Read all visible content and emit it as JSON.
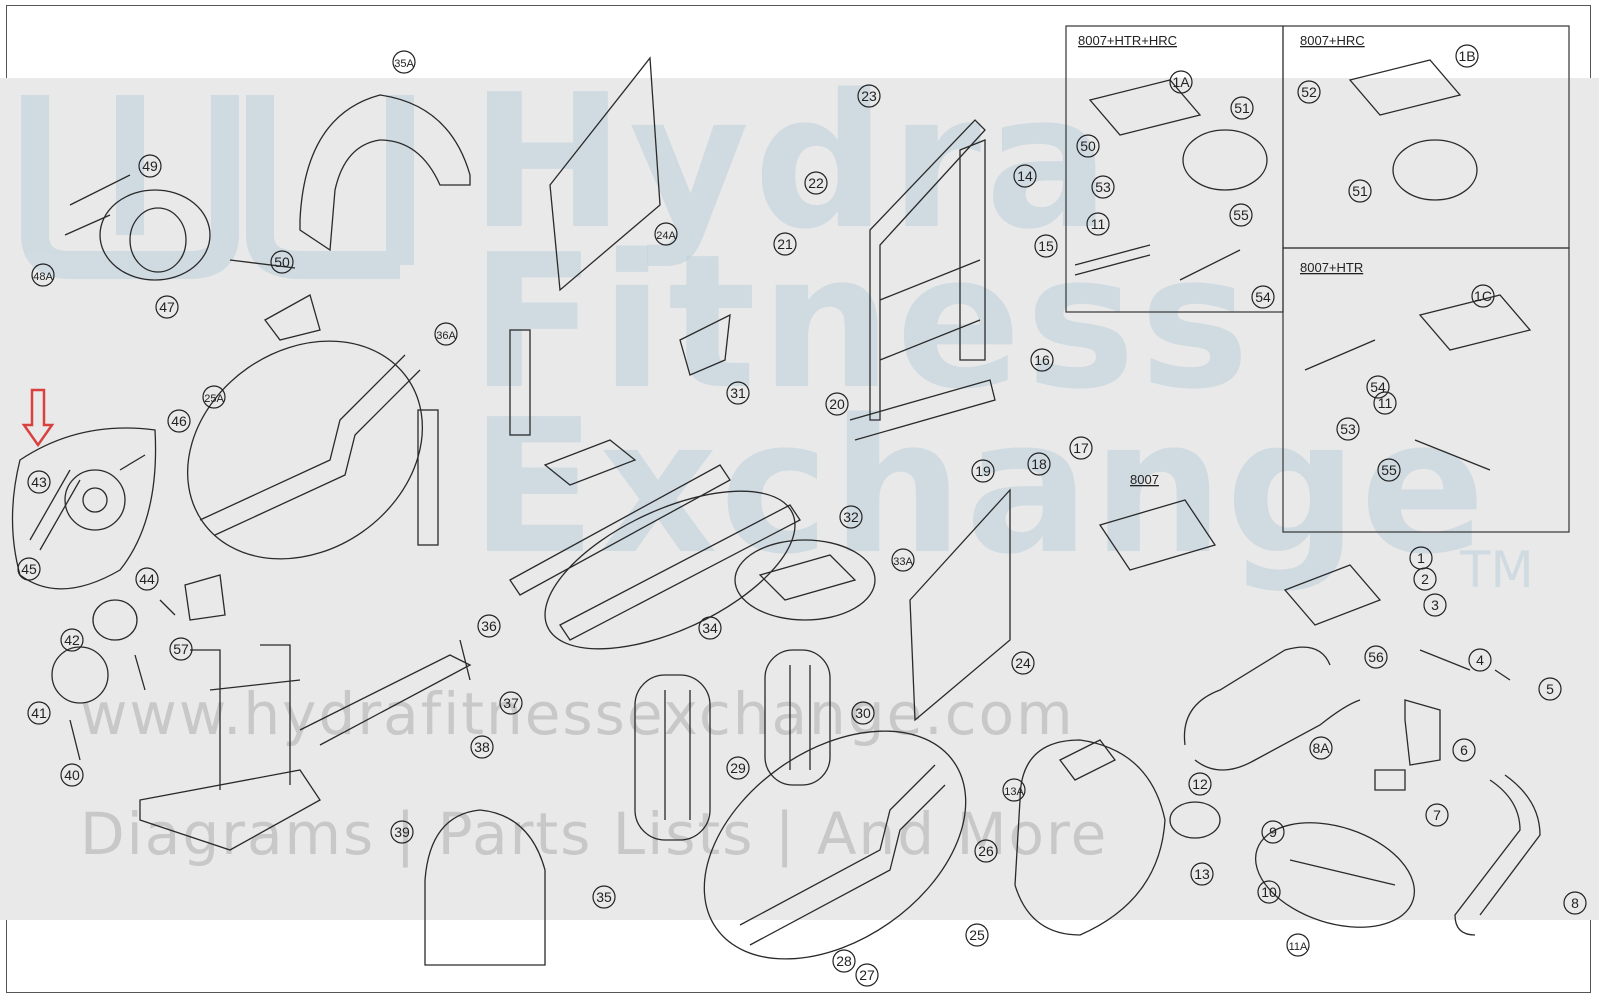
{
  "watermark": {
    "line1": "Hydra",
    "line2": "Fitness",
    "line3": "Exchange",
    "tm": "TM",
    "url": "www.hydrafitnessexchange.com",
    "tagline": "Diagrams | Parts Lists | And More"
  },
  "boxes": {
    "box1_label": "8007+HTR+HRC",
    "box2_label": "8007+HRC",
    "box3_label": "8007+HTR",
    "console_label": "8007"
  },
  "colors": {
    "line": "#222222",
    "highlight_arrow": "#d94040",
    "band": "#e9e9e9"
  },
  "callouts": [
    {
      "label": "35A"
    },
    {
      "label": "49"
    },
    {
      "label": "48A"
    },
    {
      "label": "47"
    },
    {
      "label": "50"
    },
    {
      "label": "24A"
    },
    {
      "label": "23"
    },
    {
      "label": "22"
    },
    {
      "label": "21"
    },
    {
      "label": "14"
    },
    {
      "label": "15"
    },
    {
      "label": "16"
    },
    {
      "label": "17"
    },
    {
      "label": "18"
    },
    {
      "label": "19"
    },
    {
      "label": "20"
    },
    {
      "label": "31"
    },
    {
      "label": "36A"
    },
    {
      "label": "25A"
    },
    {
      "label": "46"
    },
    {
      "label": "43"
    },
    {
      "label": "45"
    },
    {
      "label": "44"
    },
    {
      "label": "57"
    },
    {
      "label": "42"
    },
    {
      "label": "41"
    },
    {
      "label": "40"
    },
    {
      "label": "36"
    },
    {
      "label": "37"
    },
    {
      "label": "38"
    },
    {
      "label": "39"
    },
    {
      "label": "32"
    },
    {
      "label": "33A"
    },
    {
      "label": "34"
    },
    {
      "label": "29"
    },
    {
      "label": "30"
    },
    {
      "label": "24"
    },
    {
      "label": "35"
    },
    {
      "label": "26"
    },
    {
      "label": "28"
    },
    {
      "label": "27"
    },
    {
      "label": "25"
    },
    {
      "label": "13A"
    },
    {
      "label": "12"
    },
    {
      "label": "13"
    },
    {
      "label": "1"
    },
    {
      "label": "2"
    },
    {
      "label": "3"
    },
    {
      "label": "56"
    },
    {
      "label": "4"
    },
    {
      "label": "5"
    },
    {
      "label": "6"
    },
    {
      "label": "7"
    },
    {
      "label": "8A"
    },
    {
      "label": "8"
    },
    {
      "label": "9"
    },
    {
      "label": "10"
    },
    {
      "label": "11A"
    },
    {
      "label": "1A"
    },
    {
      "label": "51"
    },
    {
      "label": "50"
    },
    {
      "label": "53"
    },
    {
      "label": "55"
    },
    {
      "label": "11"
    },
    {
      "label": "54"
    },
    {
      "label": "1B"
    },
    {
      "label": "52"
    },
    {
      "label": "51"
    },
    {
      "label": "1C"
    },
    {
      "label": "54"
    },
    {
      "label": "11"
    },
    {
      "label": "53"
    },
    {
      "label": "55"
    }
  ]
}
